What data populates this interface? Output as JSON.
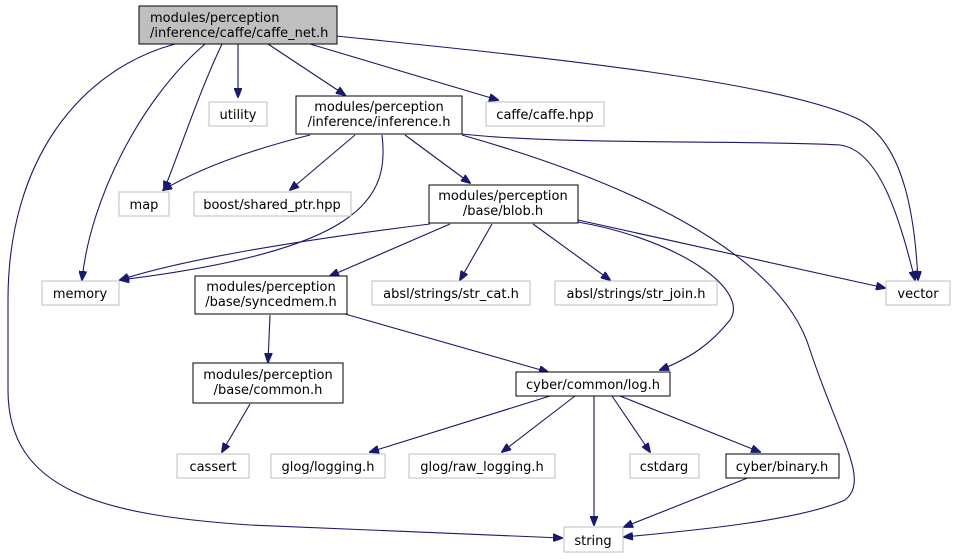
{
  "graph": {
    "nodes": {
      "caffe_net": {
        "line1": "modules/perception",
        "line2": "/inference/caffe/caffe_net.h",
        "kind": "root"
      },
      "utility": {
        "label": "utility",
        "kind": "external"
      },
      "inference": {
        "line1": "modules/perception",
        "line2": "/inference/inference.h",
        "kind": "internal"
      },
      "caffe_hpp": {
        "label": "caffe/caffe.hpp",
        "kind": "external"
      },
      "map": {
        "label": "map",
        "kind": "external"
      },
      "shared_ptr": {
        "label": "boost/shared_ptr.hpp",
        "kind": "external"
      },
      "blob": {
        "line1": "modules/perception",
        "line2": "/base/blob.h",
        "kind": "internal"
      },
      "memory": {
        "label": "memory",
        "kind": "external"
      },
      "syncedmem": {
        "line1": "modules/perception",
        "line2": "/base/syncedmem.h",
        "kind": "internal"
      },
      "str_cat": {
        "label": "absl/strings/str_cat.h",
        "kind": "external"
      },
      "str_join": {
        "label": "absl/strings/str_join.h",
        "kind": "external"
      },
      "vector": {
        "label": "vector",
        "kind": "external"
      },
      "common": {
        "line1": "modules/perception",
        "line2": "/base/common.h",
        "kind": "internal"
      },
      "log": {
        "label": "cyber/common/log.h",
        "kind": "internal"
      },
      "cassert": {
        "label": "cassert",
        "kind": "external"
      },
      "glog_logging": {
        "label": "glog/logging.h",
        "kind": "external"
      },
      "glog_raw": {
        "label": "glog/raw_logging.h",
        "kind": "external"
      },
      "cstdarg": {
        "label": "cstdarg",
        "kind": "external"
      },
      "binary": {
        "label": "cyber/binary.h",
        "kind": "internal"
      },
      "string": {
        "label": "string",
        "kind": "external"
      }
    },
    "edges": [
      [
        "caffe_net",
        "utility"
      ],
      [
        "caffe_net",
        "inference"
      ],
      [
        "caffe_net",
        "caffe_hpp"
      ],
      [
        "caffe_net",
        "map"
      ],
      [
        "caffe_net",
        "memory"
      ],
      [
        "caffe_net",
        "vector"
      ],
      [
        "caffe_net",
        "string"
      ],
      [
        "inference",
        "map"
      ],
      [
        "inference",
        "shared_ptr"
      ],
      [
        "inference",
        "blob"
      ],
      [
        "inference",
        "memory"
      ],
      [
        "inference",
        "vector"
      ],
      [
        "inference",
        "string"
      ],
      [
        "blob",
        "memory"
      ],
      [
        "blob",
        "syncedmem"
      ],
      [
        "blob",
        "str_cat"
      ],
      [
        "blob",
        "str_join"
      ],
      [
        "blob",
        "vector"
      ],
      [
        "blob",
        "log"
      ],
      [
        "syncedmem",
        "common"
      ],
      [
        "syncedmem",
        "log"
      ],
      [
        "common",
        "cassert"
      ],
      [
        "log",
        "glog_logging"
      ],
      [
        "log",
        "glog_raw"
      ],
      [
        "log",
        "cstdarg"
      ],
      [
        "log",
        "binary"
      ],
      [
        "log",
        "string"
      ],
      [
        "binary",
        "string"
      ]
    ]
  }
}
